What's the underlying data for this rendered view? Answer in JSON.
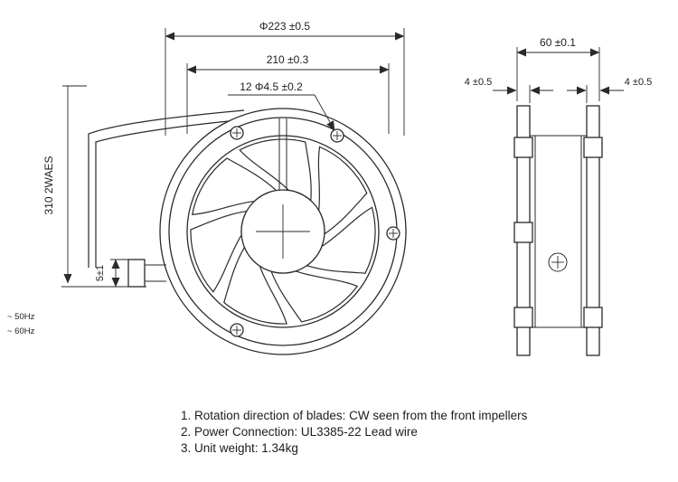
{
  "colors": {
    "ink": "#222222",
    "paper": "#ffffff"
  },
  "front_view": {
    "dim_diameter": "Φ223 ±0.5",
    "dim_pitch": "210 ±0.3",
    "dim_holes": "12 Φ4.5 ±0.2",
    "dim_wire": "310  2WAES",
    "dim_terminal": "5±1",
    "freq_50": "~ 50Hz",
    "freq_60": "~ 60Hz"
  },
  "side_view": {
    "dim_depth": "60 ±0.1",
    "dim_flange_left": "4 ±0.5",
    "dim_flange_right": "4 ±0.5"
  },
  "notes": [
    "1. Rotation direction of blades: CW seen from the front impellers",
    "2. Power Connection: UL3385-22 Lead wire",
    "3. Unit weight: 1.34kg"
  ]
}
